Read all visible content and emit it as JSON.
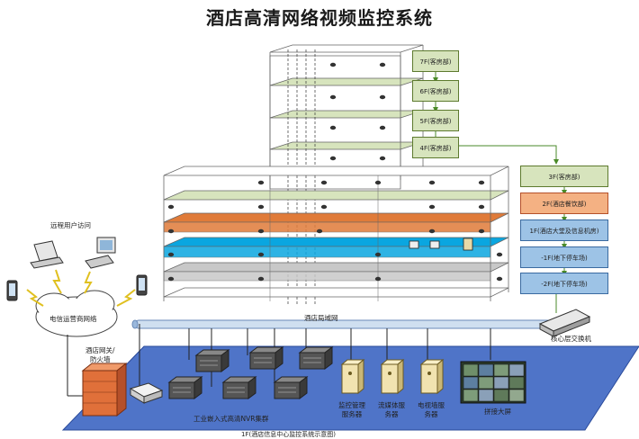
{
  "title": "酒店高清网络视频监控系统",
  "floors_upper": [
    "7F(客房部)",
    "6F(客房部)",
    "5F(客房部)",
    "4F(客房部)"
  ],
  "floors_lower": [
    {
      "label": "3F(客房部)",
      "color": "#d7e4bd"
    },
    {
      "label": "2F(酒店餐饮部)",
      "color": "#f4b183"
    },
    {
      "label": "1F(酒店大堂及信息机房)",
      "color": "#9dc3e6"
    },
    {
      "label": "-1F(地下停车场)",
      "color": "#9dc3e6"
    },
    {
      "label": "-2F(地下停车场)",
      "color": "#9dc3e6"
    }
  ],
  "labels": {
    "remote": "远程用户访问",
    "cloud": "电信运营商网络",
    "gateway": "酒店网关/\n防火墙",
    "lan": "酒店局域网",
    "core_switch": "核心层交换机",
    "nvr": "工业嵌入式高清NVR集群",
    "mgmt_server": "监控管理\n服务器",
    "media_server": "流媒体服\n务器",
    "tvwall_server": "电视墙服\n务器",
    "screen": "拼接大屏",
    "caption": "1F(酒店信息中心监控系统示意图)"
  },
  "colors": {
    "green_floor": "#d7e4bd",
    "orange_floor": "#e07b39",
    "blue_floor": "#0aa6e0",
    "gray_floor": "#c8c8c8",
    "platform": "#4f74c8",
    "firewall": "#e0703a"
  }
}
